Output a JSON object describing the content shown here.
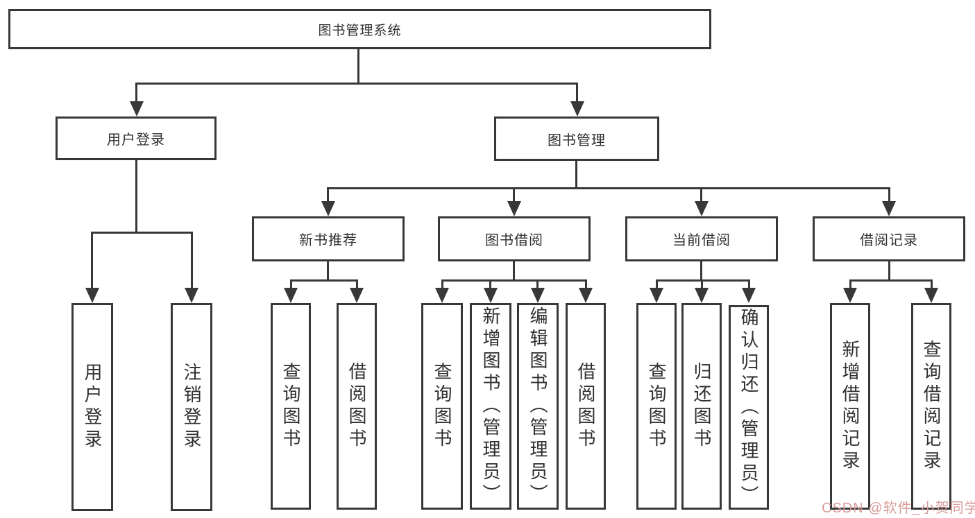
{
  "diagram": {
    "root": "图书管理系统",
    "branches": [
      {
        "label": "用户登录",
        "leaves": [
          "用户登录",
          "注销登录"
        ]
      },
      {
        "label": "图书管理",
        "groups": [
          {
            "label": "新书推荐",
            "leaves": [
              "查询图书",
              "借阅图书"
            ]
          },
          {
            "label": "图书借阅",
            "leaves": [
              "查询图书",
              "新增图书（管理员）",
              "编辑图书（管理员）",
              "借阅图书"
            ]
          },
          {
            "label": "当前借阅",
            "leaves": [
              "查询图书",
              "归还图书",
              "确认归还（管理员）"
            ]
          },
          {
            "label": "借阅记录",
            "leaves": [
              "新增借阅记录",
              "查询借阅记录"
            ]
          }
        ]
      }
    ]
  },
  "watermark": {
    "text": "CSDN @软件_小贺同学",
    "color": "#d99c9b"
  },
  "colors": {
    "line": "#383838",
    "text": "#2f2f2f",
    "background": "#ffffff"
  }
}
